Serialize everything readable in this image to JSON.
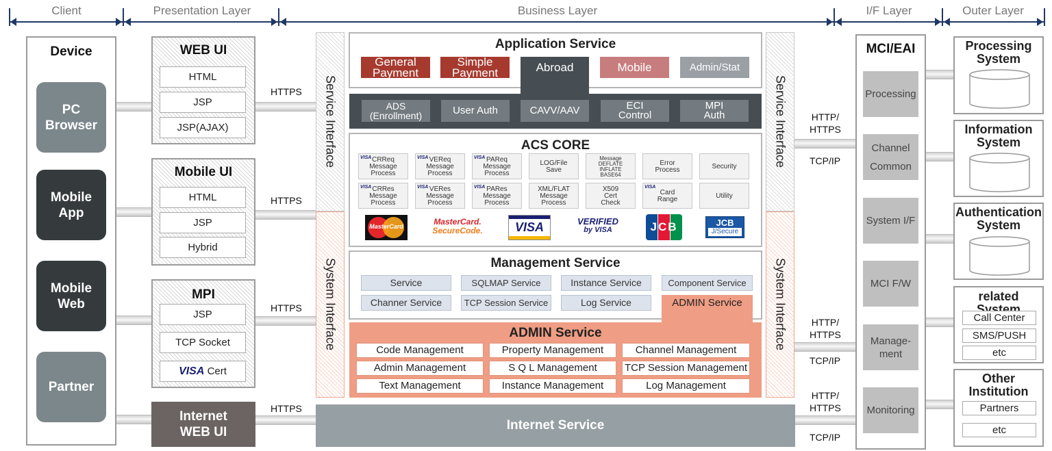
{
  "layers": {
    "client": "Client",
    "presentation": "Presentation Layer",
    "business": "Business Layer",
    "if": "I/F Layer",
    "outer": "Outer Layer"
  },
  "client": {
    "title": "Device",
    "devices": [
      "PC\nBrowser",
      "Mobile\nApp",
      "Mobile\nWeb",
      "Partner"
    ]
  },
  "presentation": {
    "web_ui": {
      "title": "WEB UI",
      "items": [
        "HTML",
        "JSP",
        "JSP(AJAX)"
      ]
    },
    "mobile_ui": {
      "title": "Mobile UI",
      "items": [
        "HTML",
        "JSP",
        "Hybrid"
      ]
    },
    "mpi": {
      "title": "MPI",
      "items": [
        "JSP",
        "TCP Socket"
      ],
      "cert": {
        "brand": "VISA",
        "label": "Cert"
      }
    },
    "internet_web_ui": "Internet\nWEB UI"
  },
  "protocols": {
    "https": [
      "HTTPS",
      "HTTPS",
      "HTTPS",
      "HTTPS"
    ],
    "right": [
      "HTTP/\nHTTPS",
      "TCP/IP",
      "HTTP/\nHTTPS",
      "TCP/IP",
      "HTTP/\nHTTPS",
      "TCP/IP"
    ]
  },
  "interfaces": {
    "service": "Service Interface",
    "system": "System Interface"
  },
  "application_service": {
    "title": "Application Service",
    "tabs": [
      "General\nPayment",
      "Simple\nPayment",
      "Abroad",
      "Mobile",
      "Admin/Stat"
    ],
    "abroad_items": [
      "ADS\n(Enrollment)",
      "User Auth",
      "CAVV/AAV",
      "ECI\nControl",
      "MPI\nAuth"
    ]
  },
  "acs_core": {
    "title": "ACS CORE",
    "visa_tag": "VISA",
    "row1": [
      "CRReq\nMessage\nProcess",
      "VEReq\nMessage\nProcess",
      "PAReq\nMessage\nProcess",
      "LOG/File\nSave",
      "Message\nDEFLATE\nINFLATE\nBASE64",
      "Error\nProcess",
      "Security"
    ],
    "row2": [
      "CRRes\nMessage\nProcess",
      "VERes\nMessage\nProcess",
      "PARes\nMessage\nProcess",
      "XML/FLAT\nMessage\nProcess",
      "X509\nCert\nCheck",
      "Card\nRange",
      "Utility"
    ],
    "logos": {
      "mastercard": "MasterCard",
      "securecode_1": "MasterCard.",
      "securecode_2": "SecureCode.",
      "visa": "VISA",
      "verified_1": "VERIFIED",
      "verified_2": "by VISA",
      "jcb": "JCB",
      "jsecure_1": "JCB",
      "jsecure_2": "J/Secure"
    }
  },
  "management_service": {
    "title": "Management Service",
    "items": [
      "Service",
      "SQLMAP Service",
      "Instance Service",
      "Component Service",
      "Channer Service",
      "TCP Session Service",
      "Log  Service"
    ],
    "admin_tab": "ADMIN Service"
  },
  "admin_service": {
    "title": "ADMIN Service",
    "items": [
      "Code Management",
      "Property Management",
      "Channel Management",
      "Admin Management",
      "S Q L Management",
      "TCP Session Management",
      "Text Management",
      "Instance Management",
      "Log Management"
    ]
  },
  "internet_service": "Internet Service",
  "mci": {
    "title": "MCI/EAI",
    "items": [
      "Processing",
      "Channel\nCommon",
      "System I/F",
      "MCI F/W",
      "Manage-\nment",
      "Monitoring"
    ]
  },
  "outer": {
    "processing": "Processing\nSystem",
    "information": "Information\nSystem",
    "authentication": "Authentication\nSystem",
    "related": {
      "title": "related System",
      "items": [
        "Call Center",
        "SMS/PUSH",
        "etc"
      ]
    },
    "other": {
      "title": "Other\nInstitution",
      "items": [
        "Partners",
        "etc"
      ]
    }
  },
  "colors": {
    "navy": "#1f3864",
    "dark_slate": "#464e53",
    "gray_slate": "#737b80",
    "device_gray": "#7c878b",
    "device_dark": "#353b3d",
    "red_tab": "#a63a2f",
    "pink_tab": "#c77d7d",
    "salmon": "#ef9d84",
    "internet": "#969fa3"
  }
}
